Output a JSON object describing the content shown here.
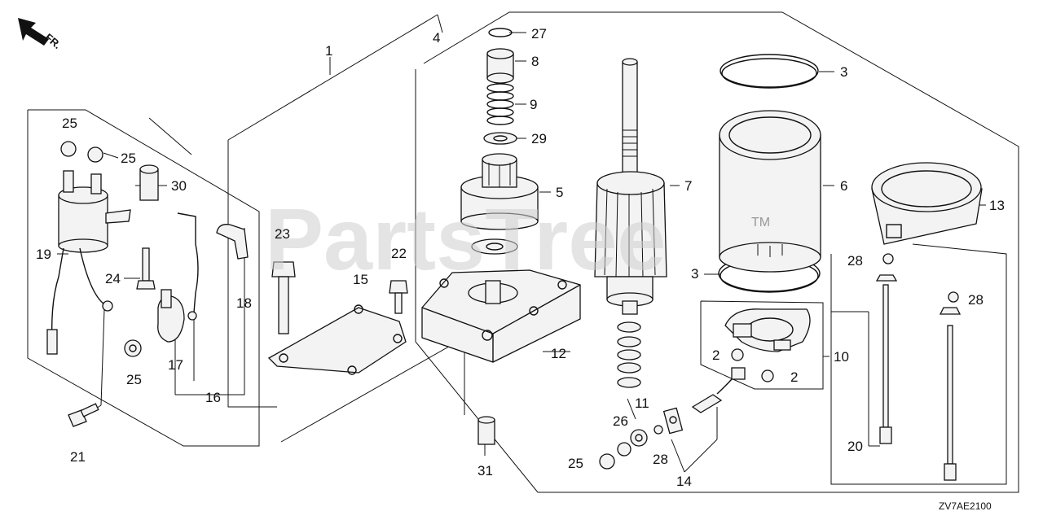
{
  "diagram": {
    "orientation_marker": "FR.",
    "watermark": "PartsTree",
    "watermark_mark": "TM",
    "diagram_code": "ZV7AE2100",
    "callouts": [
      {
        "id": "c1",
        "text": "1"
      },
      {
        "id": "c2a",
        "text": "2"
      },
      {
        "id": "c2b",
        "text": "2"
      },
      {
        "id": "c3a",
        "text": "3"
      },
      {
        "id": "c3b",
        "text": "3"
      },
      {
        "id": "c4",
        "text": "4"
      },
      {
        "id": "c5",
        "text": "5"
      },
      {
        "id": "c6",
        "text": "6"
      },
      {
        "id": "c7",
        "text": "7"
      },
      {
        "id": "c8",
        "text": "8"
      },
      {
        "id": "c9",
        "text": "9"
      },
      {
        "id": "c10",
        "text": "10"
      },
      {
        "id": "c11",
        "text": "11"
      },
      {
        "id": "c12",
        "text": "12"
      },
      {
        "id": "c13",
        "text": "13"
      },
      {
        "id": "c14",
        "text": "14"
      },
      {
        "id": "c15",
        "text": "15"
      },
      {
        "id": "c16",
        "text": "16"
      },
      {
        "id": "c17",
        "text": "17"
      },
      {
        "id": "c18",
        "text": "18"
      },
      {
        "id": "c19",
        "text": "19"
      },
      {
        "id": "c20",
        "text": "20"
      },
      {
        "id": "c21",
        "text": "21"
      },
      {
        "id": "c22",
        "text": "22"
      },
      {
        "id": "c23",
        "text": "23"
      },
      {
        "id": "c24",
        "text": "24"
      },
      {
        "id": "c25a",
        "text": "25"
      },
      {
        "id": "c25b",
        "text": "25"
      },
      {
        "id": "c25c",
        "text": "25"
      },
      {
        "id": "c25d",
        "text": "25"
      },
      {
        "id": "c26",
        "text": "26"
      },
      {
        "id": "c27",
        "text": "27"
      },
      {
        "id": "c28a",
        "text": "28"
      },
      {
        "id": "c28b",
        "text": "28"
      },
      {
        "id": "c28c",
        "text": "28"
      },
      {
        "id": "c29",
        "text": "29"
      },
      {
        "id": "c30",
        "text": "30"
      },
      {
        "id": "c31",
        "text": "31"
      }
    ]
  }
}
